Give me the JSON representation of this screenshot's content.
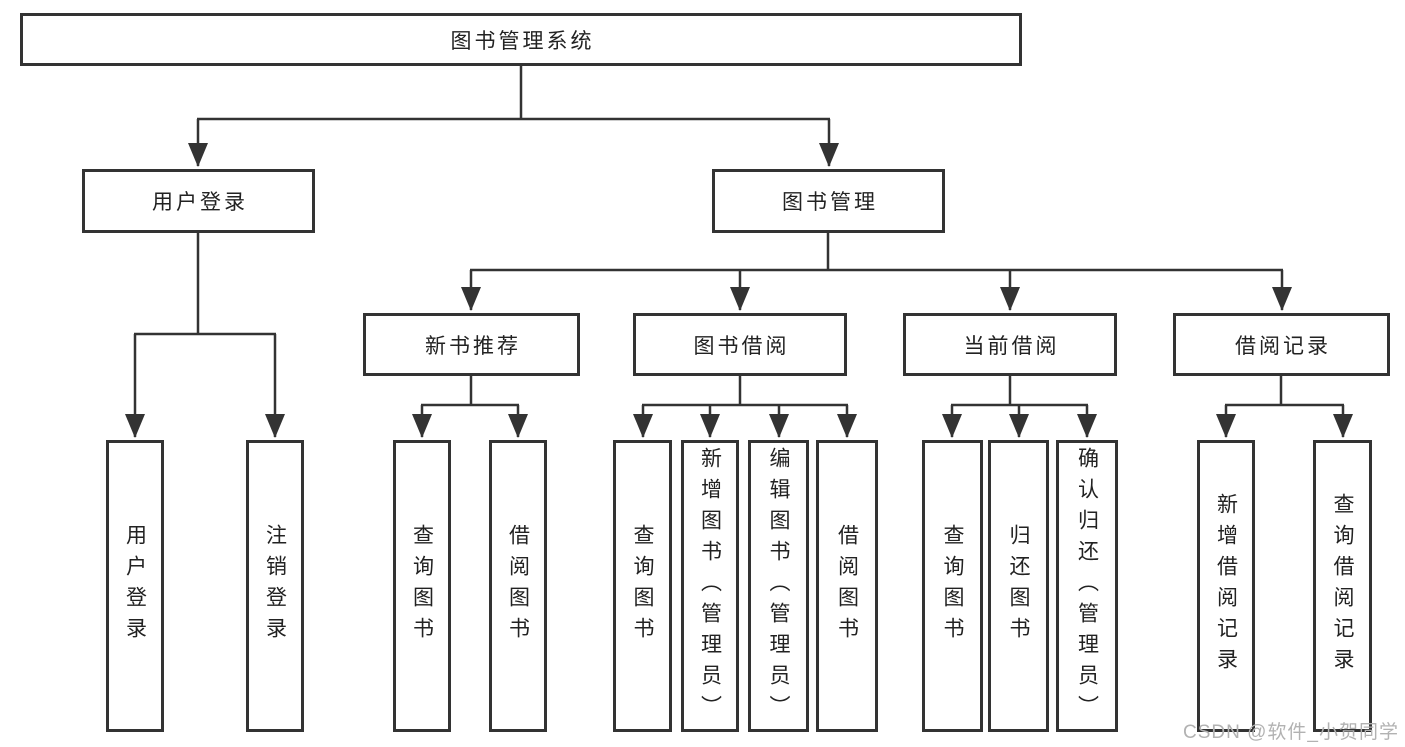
{
  "colors": {
    "background": "#ffffff",
    "line": "#333333",
    "text": "#222222",
    "watermark_text": "#b2b2b2"
  },
  "diagram": {
    "root": "图书管理系统",
    "level2": {
      "user_login": "用户登录",
      "book_mgmt": "图书管理"
    },
    "level3": {
      "new_rec": "新书推荐",
      "book_borrow": "图书借阅",
      "cur_borrow": "当前借阅",
      "borrow_rec": "借阅记录"
    },
    "leaves": {
      "user_login": [
        "用户登录",
        "注销登录"
      ],
      "new_rec": [
        "查询图书",
        "借阅图书"
      ],
      "book_borrow": [
        "查询图书",
        "新增图书（管理员）",
        "编辑图书（管理员）",
        "借阅图书"
      ],
      "cur_borrow": [
        "查询图书",
        "归还图书",
        "确认归还（管理员）"
      ],
      "borrow_rec": [
        "新增借阅记录",
        "查询借阅记录"
      ]
    },
    "watermark": "CSDN @软件_小贺同学"
  }
}
